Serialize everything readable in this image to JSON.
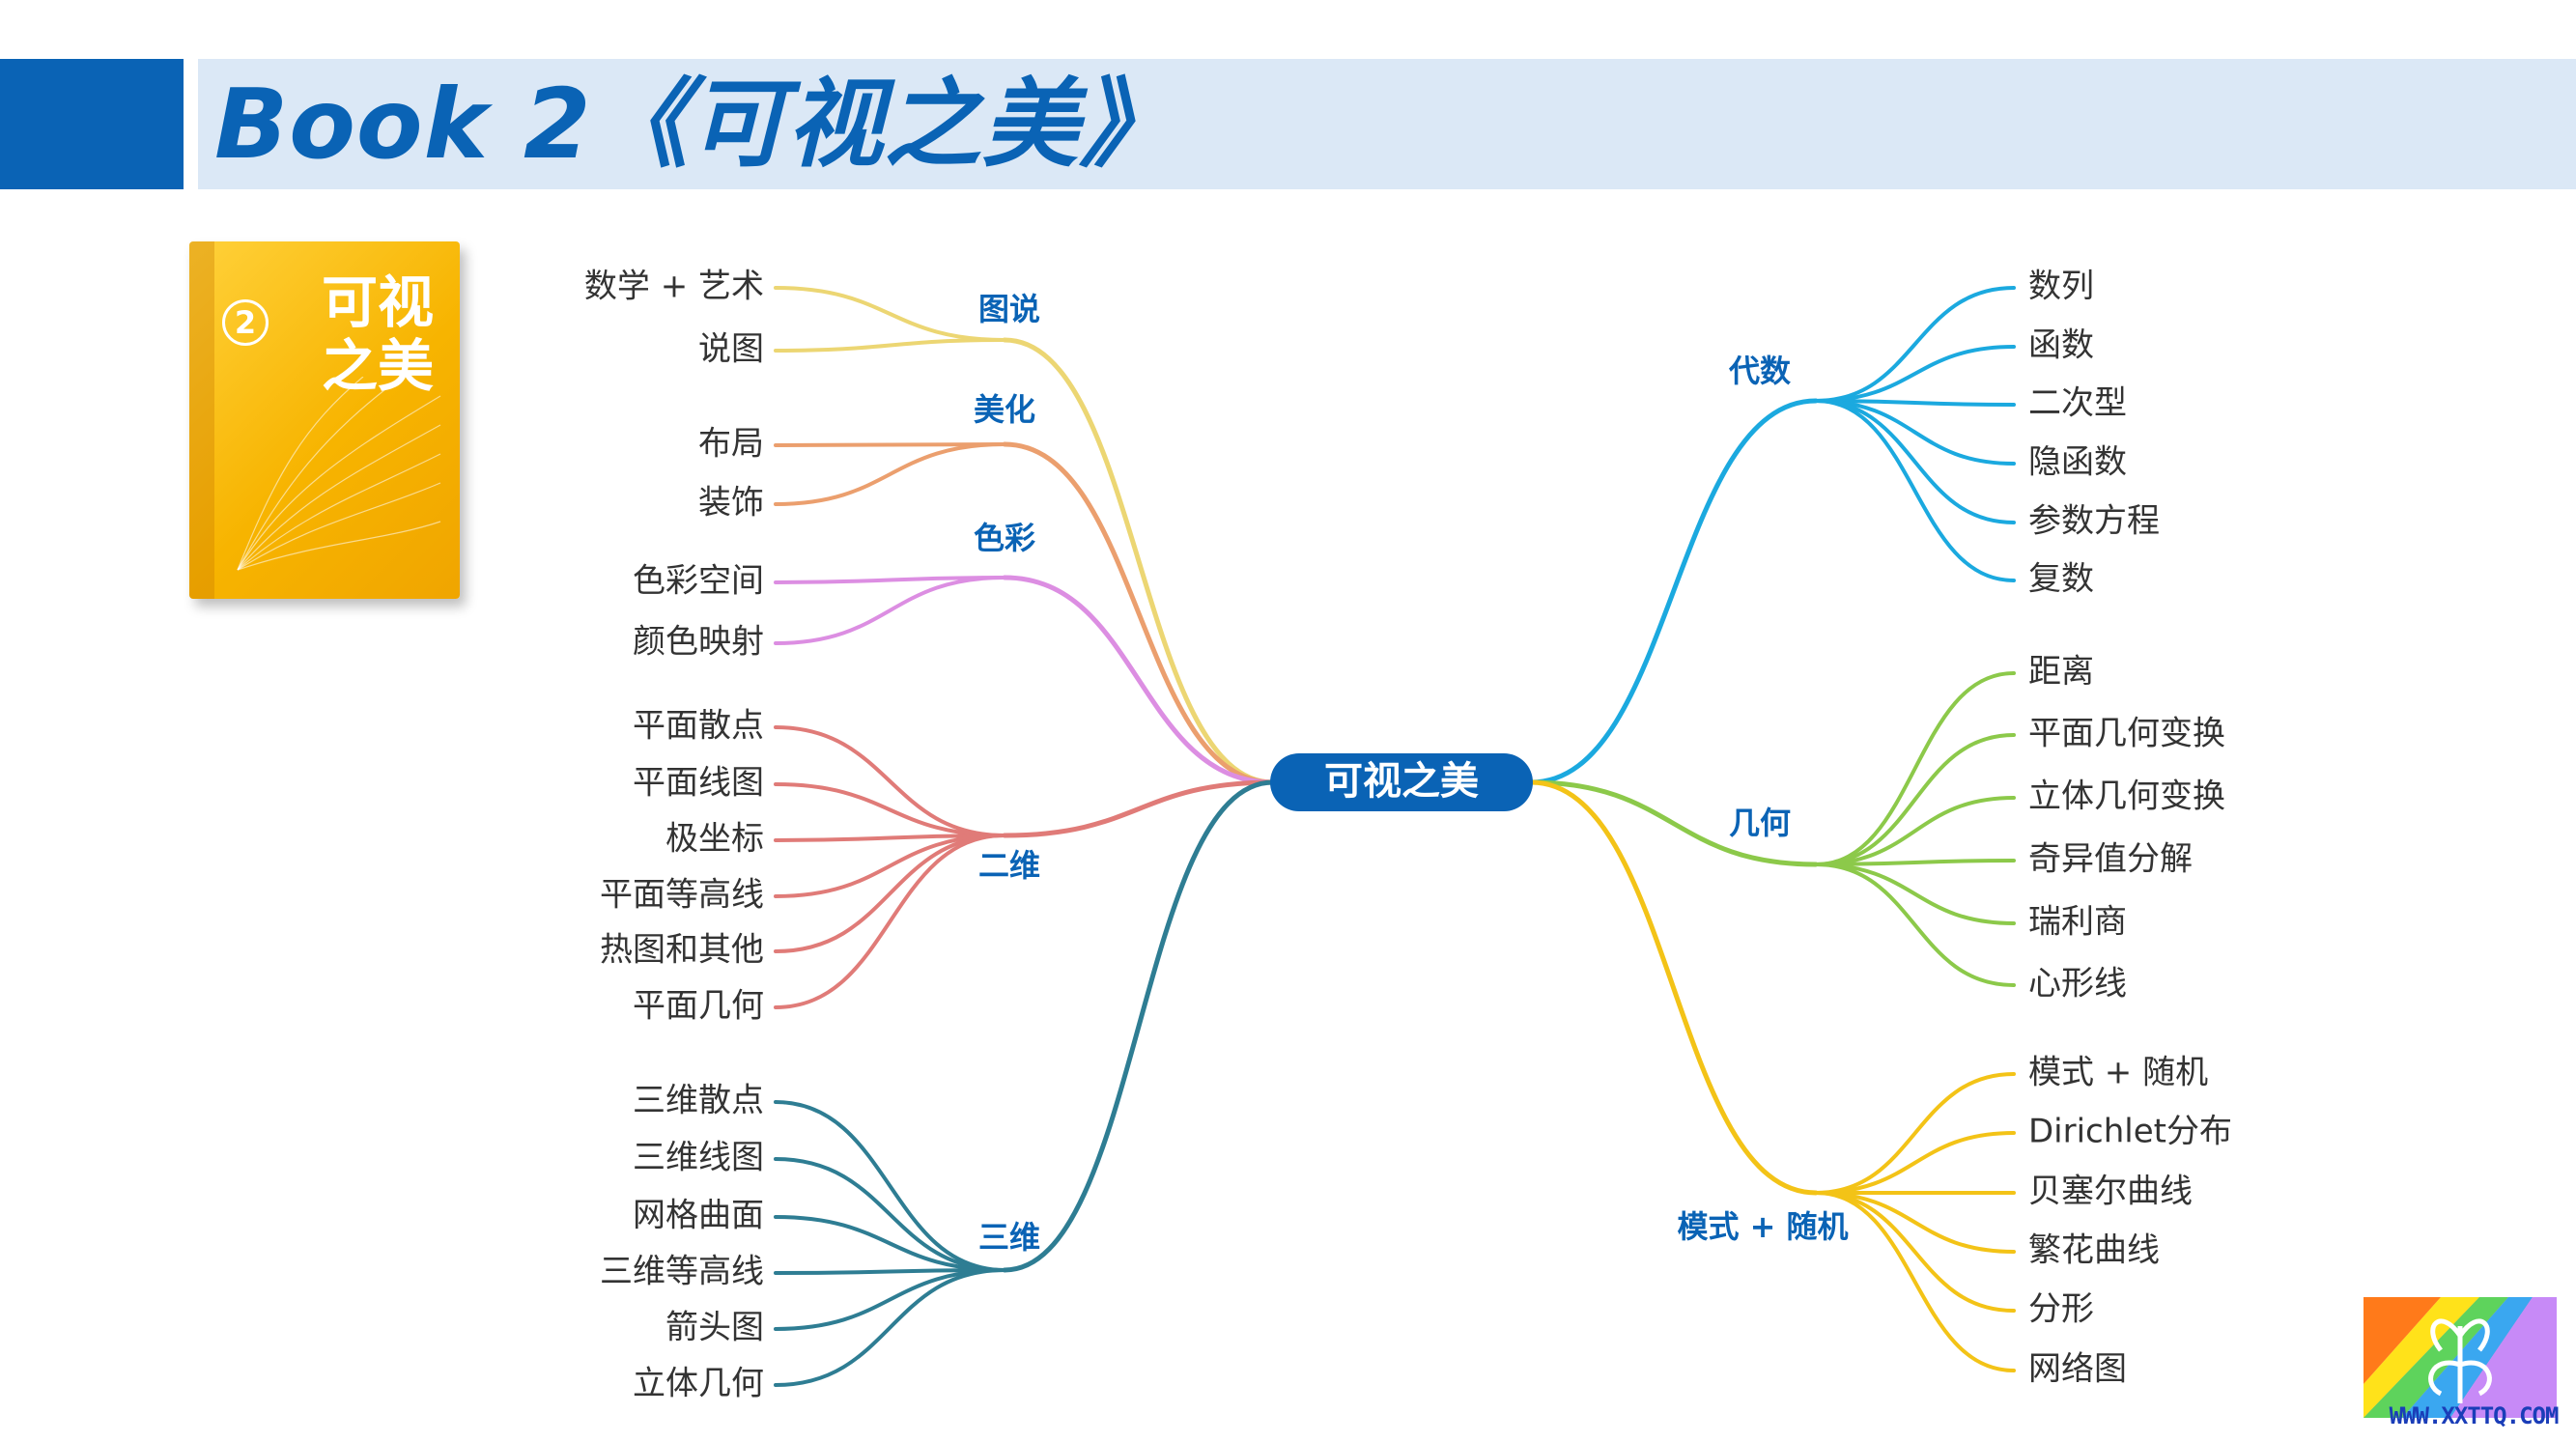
{
  "header": {
    "title": "Book 2《可视之美》"
  },
  "cover": {
    "title": "可视之美",
    "num": "2"
  },
  "mindmap": {
    "root": "可视之美",
    "left": [
      {
        "label": "图说",
        "color": "#ecd673",
        "children": [
          "数学 + 艺术",
          "说图"
        ]
      },
      {
        "label": "美化",
        "color": "#eb9f6e",
        "children": [
          "布局",
          "装饰"
        ]
      },
      {
        "label": "色彩",
        "color": "#dc8ee2",
        "children": [
          "色彩空间",
          "颜色映射"
        ]
      },
      {
        "label": "二维",
        "color": "#e07b78",
        "children": [
          "平面散点",
          "平面线图",
          "极坐标",
          "平面等高线",
          "热图和其他",
          "平面几何"
        ]
      },
      {
        "label": "三维",
        "color": "#2e7d93",
        "children": [
          "三维散点",
          "三维线图",
          "网格曲面",
          "三维等高线",
          "箭头图",
          "立体几何"
        ]
      }
    ],
    "right": [
      {
        "label": "代数",
        "color": "#1ba9df",
        "children": [
          "数列",
          "函数",
          "二次型",
          "隐函数",
          "参数方程",
          "复数"
        ]
      },
      {
        "label": "几何",
        "color": "#8cc94a",
        "children": [
          "距离",
          "平面几何变换",
          "立体几何变换",
          "奇异值分解",
          "瑞利商",
          "心形线"
        ]
      },
      {
        "label": "模式 + 随机",
        "color": "#f3c317",
        "children": [
          "模式 + 随机",
          "Dirichlet分布",
          "贝塞尔曲线",
          "繁花曲线",
          "分形",
          "网络图"
        ]
      }
    ]
  },
  "logo": {
    "url": "WWW.XXTTQ.COM"
  }
}
